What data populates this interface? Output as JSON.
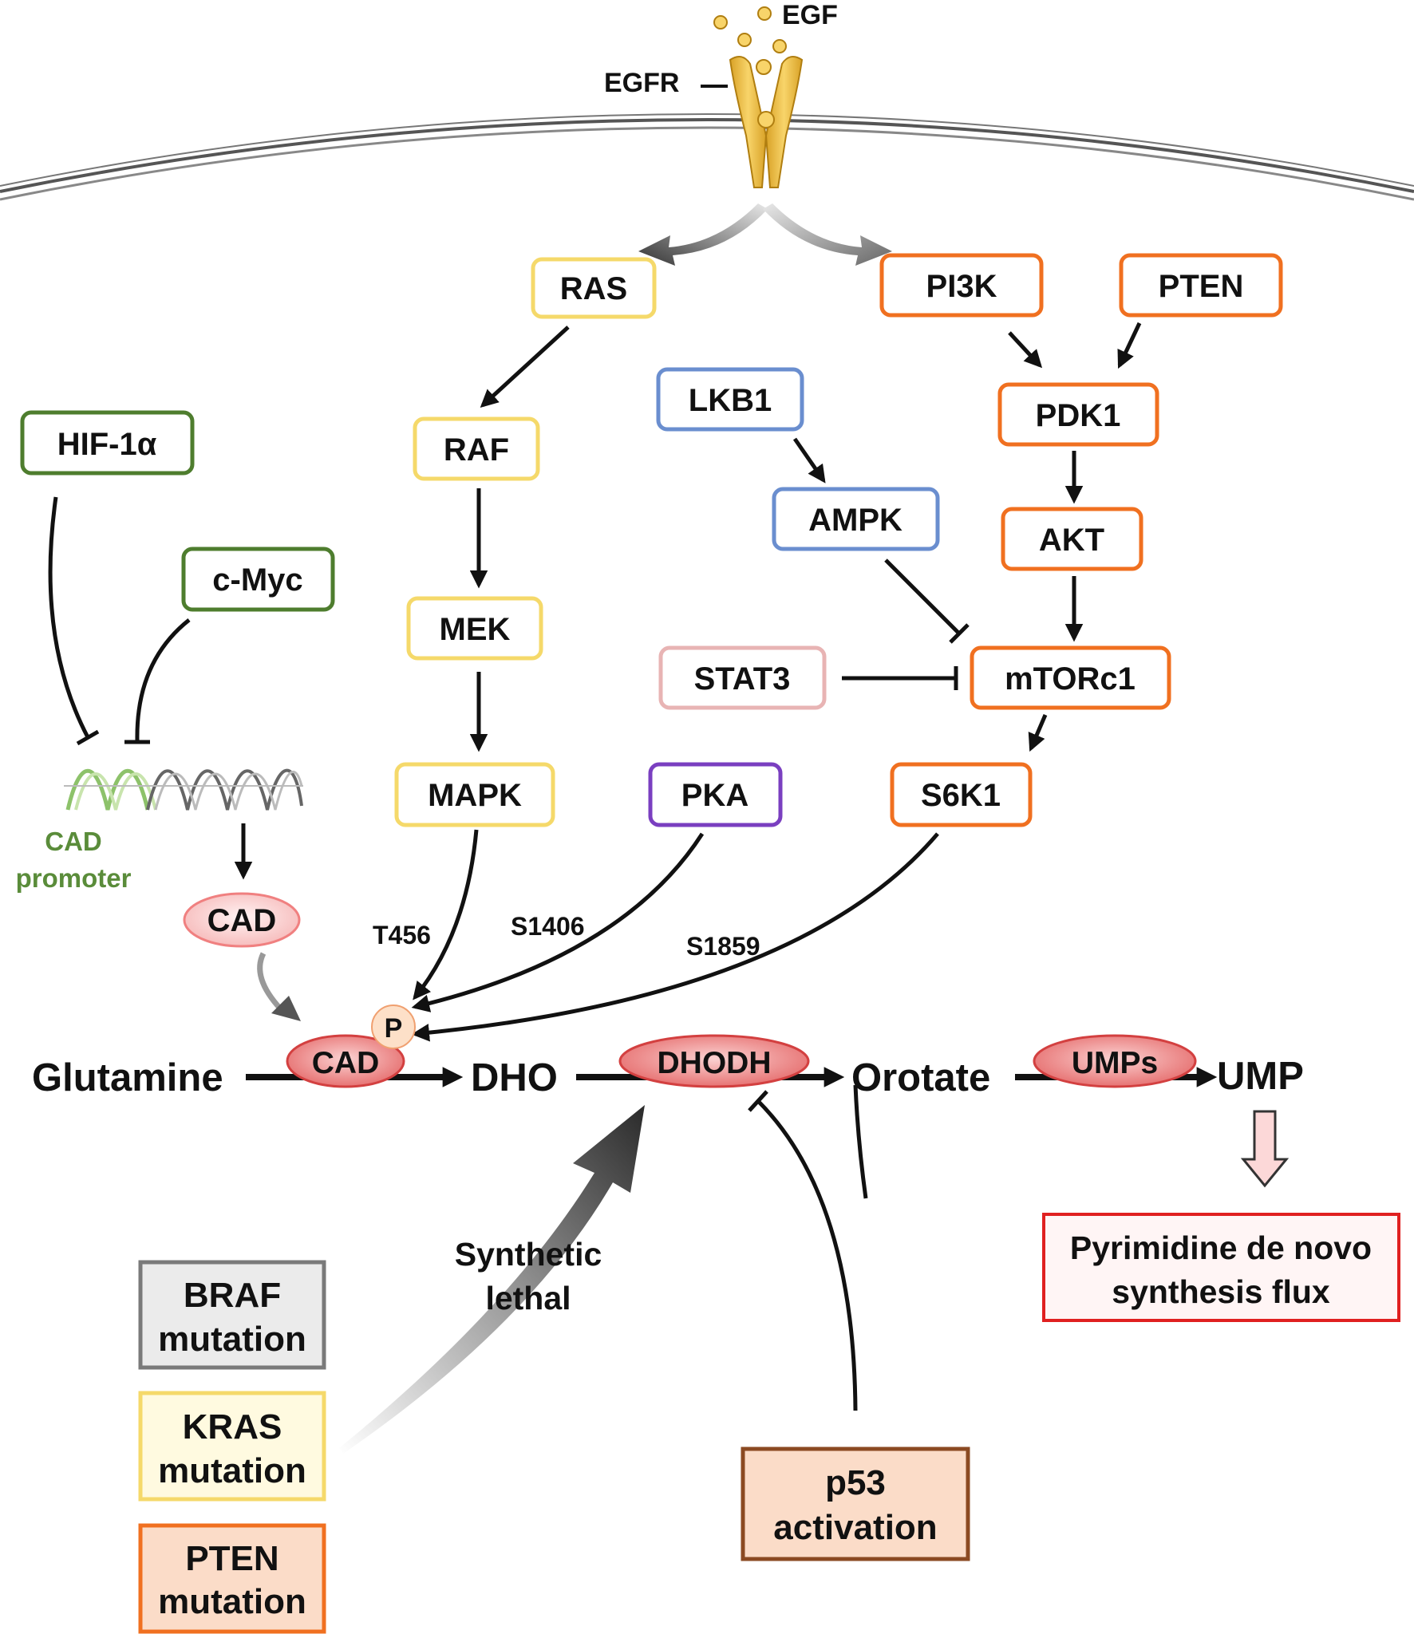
{
  "ligand": {
    "egf": "EGF",
    "egfr": "EGFR"
  },
  "nodes": {
    "ras": "RAS",
    "raf": "RAF",
    "mek": "MEK",
    "mapk": "MAPK",
    "pi3k": "PI3K",
    "pten": "PTEN",
    "pdk1": "PDK1",
    "akt": "AKT",
    "lkb1": "LKB1",
    "ampk": "AMPK",
    "stat3": "STAT3",
    "mtorc1": "mTORc1",
    "s6k1": "S6K1",
    "pka": "PKA",
    "hif1a": "HIF-1α",
    "cmyc": "c-Myc"
  },
  "promoter": {
    "line1": "CAD",
    "line2": "promoter"
  },
  "sites": {
    "t456": "T456",
    "s1406": "S1406",
    "s1859": "S1859",
    "phospho": "P"
  },
  "pathway": {
    "glutamine": "Glutamine",
    "dho": "DHO",
    "orotate": "Orotate",
    "ump": "UMP",
    "cad_free": "CAD",
    "cad_enzyme": "CAD",
    "dhodh": "DHODH",
    "umps": "UMPs"
  },
  "flux": {
    "line1": "Pyrimidine de novo",
    "line2": "synthesis flux"
  },
  "synthetic_lethal": {
    "line1": "Synthetic",
    "line2": "lethal"
  },
  "mutations": [
    {
      "line1": "BRAF",
      "line2": "mutation"
    },
    {
      "line1": "KRAS",
      "line2": "mutation"
    },
    {
      "line1": "PTEN",
      "line2": "mutation"
    }
  ],
  "p53": {
    "line1": "p53",
    "line2": "activation"
  },
  "colors": {
    "yellow": "#f5d96a",
    "orange": "#f07020",
    "blue": "#6a8ecf",
    "green": "#4e7d2e",
    "pink": "#e8b4b4",
    "purple": "#7a3fc0",
    "brown": "#8b4a22",
    "red": "#e02020"
  }
}
